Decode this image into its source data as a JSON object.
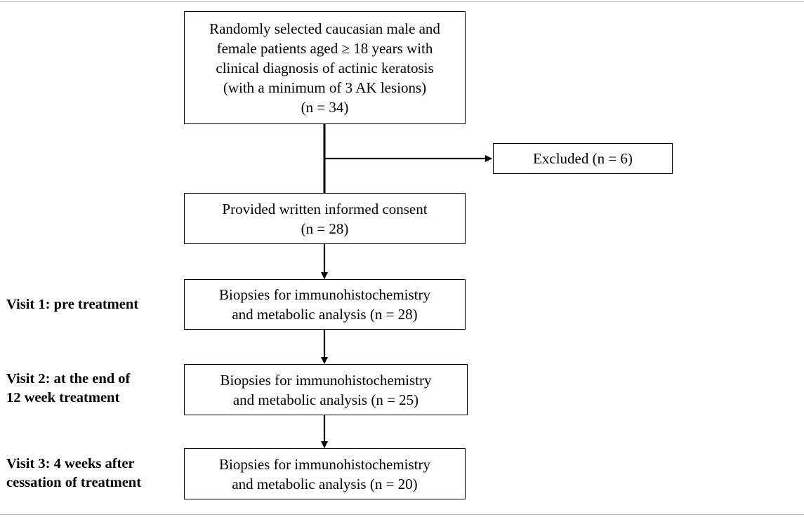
{
  "flow": {
    "enrollment": [
      "Randomly selected caucasian male and",
      "female patients aged ≥ 18 years with",
      "clinical diagnosis of actinic keratosis",
      "(with a minimum of 3 AK lesions)",
      "(n = 34)"
    ],
    "excluded": "Excluded (n = 6)",
    "consent": [
      "Provided written informed consent",
      "(n = 28)"
    ],
    "visits": [
      {
        "label": [
          "Visit 1: pre treatment"
        ],
        "box": [
          "Biopsies for immunohistochemistry",
          "and metabolic analysis (n = 28)"
        ]
      },
      {
        "label": [
          "Visit 2: at the end of",
          "12 week treatment"
        ],
        "box": [
          "Biopsies for immunohistochemistry",
          "and metabolic analysis (n = 25)"
        ]
      },
      {
        "label": [
          "Visit 3: 4 weeks after",
          "cessation of treatment"
        ],
        "box": [
          "Biopsies for immunohistochemistry",
          "and metabolic analysis (n = 20)"
        ]
      }
    ]
  }
}
